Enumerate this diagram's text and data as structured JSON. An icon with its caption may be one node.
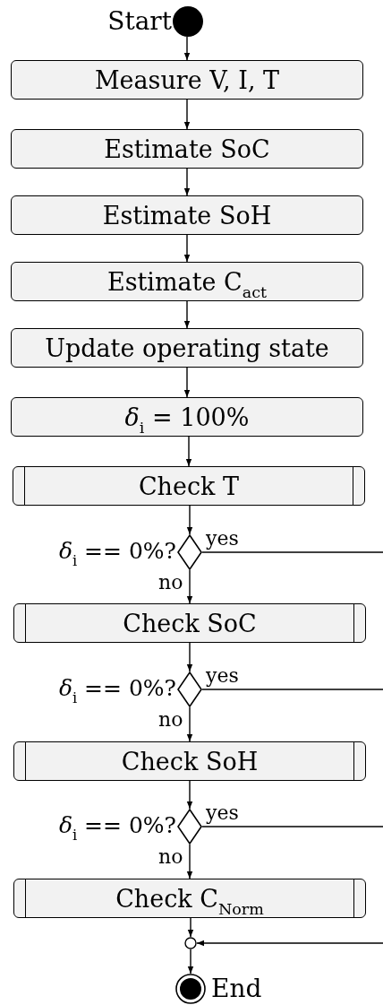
{
  "diagram": {
    "nodes": [
      {
        "text": [],
        "shape": "circle",
        "beside": [
          "Start"
        ]
      },
      {
        "text": [
          "Measure V, I, T"
        ]
      },
      {
        "text": [
          "Estimate SoC"
        ]
      },
      {
        "text": [
          "Estimate SoH"
        ]
      },
      {
        "text": [
          "Estimate C$_{act}$"
        ]
      },
      {
        "text": [
          "Update operating state"
        ]
      },
      {
        "text": [
          "*δ*$_{i}$ = 100%"
        ]
      },
      {
        "text": [
          "Check T"
        ]
      },
      {
        "text": [],
        "shape": "diamond",
        "beside": [
          "*δ*$_{i}$ == 0%?"
        ]
      },
      {
        "text": [
          "Check SoC"
        ]
      },
      {
        "text": [],
        "shape": "diamond",
        "beside": [
          "*δ*$_{i}$ == 0%?"
        ]
      },
      {
        "text": [
          "Check SoH"
        ]
      },
      {
        "text": [],
        "shape": "diamond",
        "beside": [
          "*δ*$_{i}$ == 0%?"
        ]
      },
      {
        "text": [
          "Check C$_{Norm}$"
        ]
      },
      {
        "text": [],
        "shape": "circle"
      },
      {
        "text": [],
        "shape": "circle",
        "beside": [
          "End"
        ]
      }
    ],
    "edges": [
      {
        "from": 0,
        "to": 1,
        "arrow": "to"
      },
      {
        "from": 1,
        "to": 2,
        "arrow": "to"
      },
      {
        "from": 2,
        "to": 3,
        "arrow": "to"
      },
      {
        "from": 3,
        "to": 4,
        "arrow": "to"
      },
      {
        "from": 4,
        "to": 5,
        "arrow": "to"
      },
      {
        "from": 5,
        "to": 6,
        "arrow": "to"
      },
      {
        "from": 6,
        "to": 7,
        "arrow": "to"
      },
      {
        "from": 7,
        "to": 8,
        "arrow": "to"
      },
      {
        "from": 8,
        "to": null,
        "label": "yes",
        "arrow": "none"
      },
      {
        "from": 8,
        "to": 9,
        "label": "no",
        "arrow": "to"
      },
      {
        "from": 9,
        "to": 10,
        "arrow": "to"
      },
      {
        "from": 10,
        "to": null,
        "label": "yes",
        "arrow": "none"
      },
      {
        "from": 10,
        "to": 11,
        "label": "no",
        "arrow": "to"
      },
      {
        "from": 11,
        "to": 12,
        "arrow": "to"
      },
      {
        "from": 12,
        "to": null,
        "label": "yes",
        "arrow": "none"
      },
      {
        "from": 12,
        "to": 13,
        "label": "no",
        "arrow": "to"
      },
      {
        "from": 13,
        "to": 14,
        "arrow": "to"
      },
      {
        "from": null,
        "to": 14,
        "arrow": "to"
      },
      {
        "from": 14,
        "to": 15,
        "arrow": "to"
      }
    ]
  }
}
